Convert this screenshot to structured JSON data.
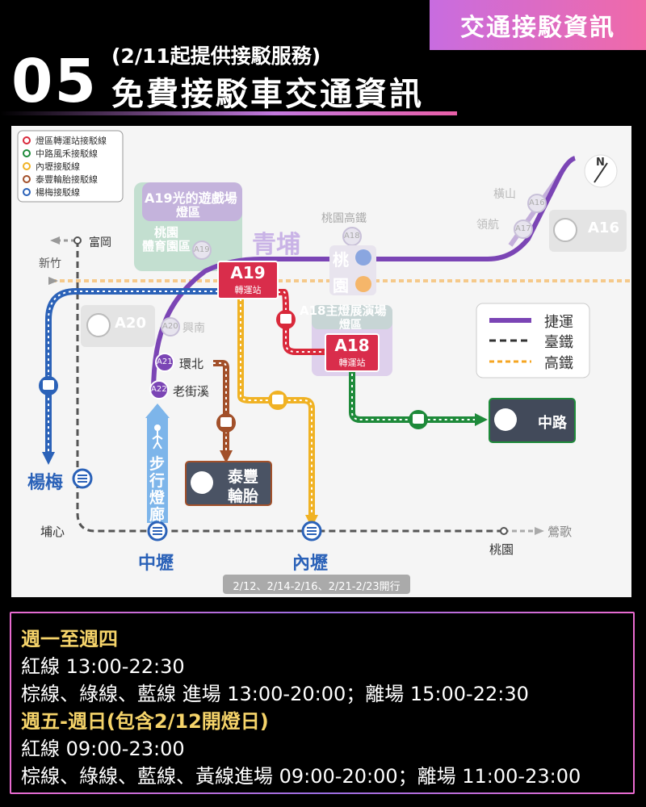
{
  "header": {
    "tag": "交通接駁資訊",
    "number": "05",
    "subtitle": "(2/11起提供接駁服務)",
    "title": "免費接駁車交通資訊"
  },
  "legend_routes": [
    {
      "label": "燈區轉運站接駁線",
      "color": "#d9293b"
    },
    {
      "label": "中路風禾接駁線",
      "color": "#1e8a3a"
    },
    {
      "label": "內壢接駁線",
      "color": "#f0b224"
    },
    {
      "label": "泰豐輪胎接駁線",
      "color": "#a2502a"
    },
    {
      "label": "楊梅接駁線",
      "color": "#2b62b8"
    }
  ],
  "legend_lines": [
    {
      "label": "捷運",
      "color": "#7b45b5"
    },
    {
      "label": "臺鐵",
      "color": "#333333"
    },
    {
      "label": "高鐵",
      "color": "#f5a623"
    }
  ],
  "compass": "N",
  "map": {
    "area_a19_name": "A19光的遊戲場",
    "area_a19_zone": "燈區",
    "taoyuan_stadium": "桃園\n體育園區",
    "qingpu": "青埔",
    "thsr_station": "桃園高鐵",
    "tao": "桃",
    "yuan": "園",
    "hengshan": "橫山",
    "linghang": "領航",
    "a16": "A16",
    "a17": "A17",
    "a18_small": "A18",
    "a19_small": "A19",
    "a20": "A20",
    "a20_label": "興南",
    "a21": "A21",
    "a21_label": "環北",
    "a22": "A22",
    "a22_label": "老街溪",
    "fugang": "富岡",
    "hsinchu": "新竹",
    "a19_box": "A19",
    "a19_box_sub": "轉運站",
    "a18_area_name": "A18主燈展演場",
    "a18_area_zone": "燈區",
    "a18_box": "A18",
    "a18_box_sub": "轉運站",
    "parking_a20": "A20",
    "parking_a16": "A16",
    "taifeng_1": "泰豐",
    "taifeng_2": "輪胎",
    "zhonglu": "中路",
    "walk_1": "步",
    "walk_2": "行",
    "walk_3": "燈",
    "walk_4": "廊",
    "yangmei": "楊梅",
    "puxin": "埔心",
    "zhongli": "中壢",
    "neili": "內壢",
    "taoyuan": "桃園",
    "yingge": "鶯歌",
    "service_dates": "2/12、2/14-2/16、2/21-2/23開行"
  },
  "schedule": {
    "weekday_title": "週一至週四",
    "weekday_red": "紅線 13:00-22:30",
    "weekday_others": "棕線、綠線、藍線 進場 13:00-20:00；離場 15:00-22:30",
    "weekend_title": "週五-週日(包含2/12開燈日)",
    "weekend_red": "紅線 09:00-23:00",
    "weekend_others": "棕線、綠線、藍線、黃線進場 09:00-20:00；離場 11:00-23:00"
  }
}
